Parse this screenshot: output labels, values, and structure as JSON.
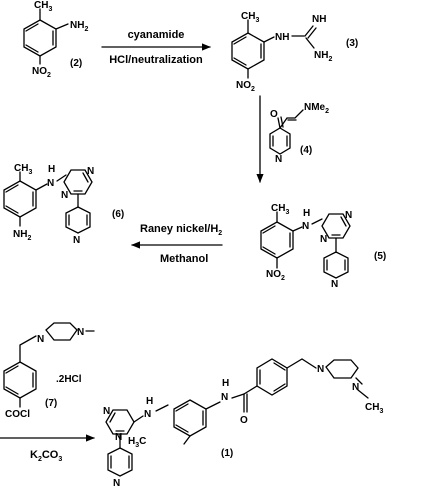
{
  "compounds": {
    "c2": {
      "number": "(2)",
      "groups": {
        "methyl": "CH3",
        "amine": "NH2",
        "nitro": "NO2"
      }
    },
    "c3": {
      "number": "(3)",
      "groups": {
        "methyl": "CH3",
        "nh": "NH",
        "imine": "NH",
        "amine": "NH2",
        "nitro": "NO2"
      }
    },
    "c4": {
      "number": "(4)",
      "groups": {
        "carbonyl": "O",
        "dimethylamino": "NMe2",
        "pyridine_n": "N"
      }
    },
    "c5": {
      "number": "(5)",
      "groups": {
        "methyl": "CH3",
        "nh": "H",
        "nh_n": "N",
        "pyrimidine_n1": "N",
        "pyrimidine_n2": "N",
        "nitro": "NO2",
        "pyridine_n": "N"
      }
    },
    "c6": {
      "number": "(6)",
      "groups": {
        "methyl": "CH3",
        "nh": "H",
        "nh_n": "N",
        "pyrimidine_n1": "N",
        "pyrimidine_n2": "N",
        "amine": "NH2",
        "pyridine_n": "N"
      }
    },
    "c7": {
      "number": "(7)",
      "salt": ".2HCl",
      "groups": {
        "acid_chloride": "COCl",
        "piperazine_n1": "N",
        "piperazine_n2": "N"
      }
    },
    "c1": {
      "number": "(1)",
      "groups": {
        "amide_h": "H",
        "amide_n": "N",
        "amide_o": "O",
        "nh_h": "H",
        "nh_n": "N",
        "pyrimidine_n1": "N",
        "pyrimidine_n2": "N",
        "methyl": "H3C",
        "pyridine_n": "N",
        "piperazine_n1": "N",
        "piperazine_n2": "N",
        "n_methyl": "CH3"
      }
    }
  },
  "steps": {
    "step1": {
      "above": "cyanamide",
      "below": "HCl/neutralization"
    },
    "step3": {
      "line1": "Raney nickel/H2",
      "line2": "Methanol"
    },
    "step4": {
      "below": "K2CO3"
    }
  }
}
